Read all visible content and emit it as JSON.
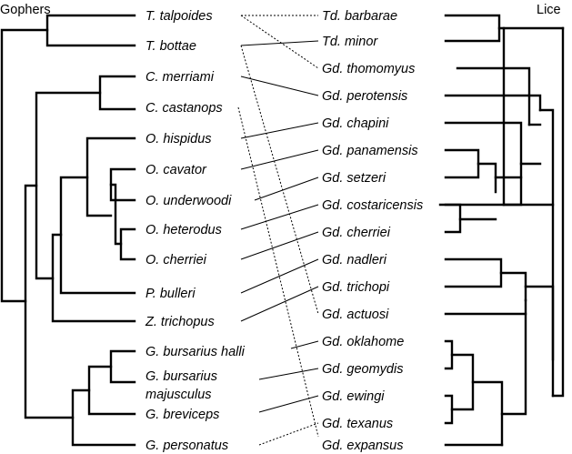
{
  "titles": {
    "left": "Gophers",
    "right": "Lice"
  },
  "gophers": [
    "T. talpoides",
    "T. bottae",
    "C. merriami",
    "C. castanops",
    "O. hispidus",
    "O. cavator",
    "O. underwoodi",
    "O. heterodus",
    "O. cherriei",
    "P. bulleri",
    "Z. trichopus",
    "G. bursarius halli",
    "G. bursarius",
    "majusculus",
    "G. breviceps",
    "G. personatus"
  ],
  "lice": [
    "Td. barbarae",
    "Td. minor",
    "Gd. thomomyus",
    "Gd. perotensis",
    "Gd. chapini",
    "Gd. panamensis",
    "Gd. setzeri",
    "Gd. costaricensis",
    "Gd. cherriei",
    "Gd. nadleri",
    "Gd. trichopi",
    "Gd. actuosi",
    "Gd. oklahome",
    "Gd. geomydis",
    "Gd. ewingi",
    "Gd. texanus",
    "Gd. expansus"
  ]
}
